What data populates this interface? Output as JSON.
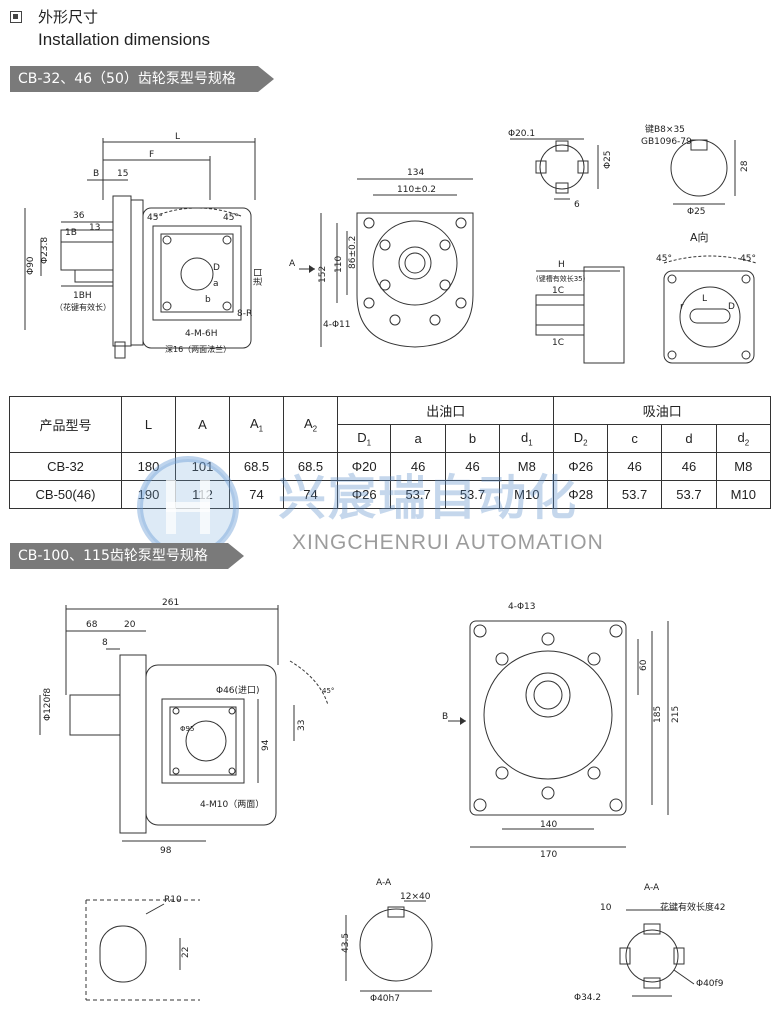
{
  "header": {
    "title_cn": "外形尺寸",
    "title_en": "Installation dimensions"
  },
  "section1": {
    "title": "CB-32、46（50）齿轮泵型号规格",
    "drawing1": {
      "L": "L",
      "F": "F",
      "B": "B",
      "d15": "15",
      "d36": "36",
      "d13": "13",
      "d1B": "1B",
      "phi90": "Φ90",
      "phi23": "Φ23.8",
      "bh": "1BH",
      "bh_note": "（花键有效长）",
      "a45l": "45°",
      "a45r": "45°",
      "D": "D",
      "a": "a",
      "b": "b",
      "inlet": "进口",
      "r8": "8-R",
      "m6h": "4-M-6H",
      "depth": "深16（两面法兰）"
    },
    "drawing2": {
      "w134": "134",
      "w110": "110±0.2",
      "h152": "152",
      "h110": "110",
      "h86": "86±0.2",
      "holes": "4-Φ11",
      "A": "A"
    },
    "drawing3": {
      "phi": "Φ20.1",
      "phi25": "Φ25",
      "six": "6"
    },
    "drawing4": {
      "key": "键B8×35",
      "std": "GB1096-79",
      "h28": "28",
      "phi25": "Φ25"
    },
    "drawing5": {
      "H": "H",
      "note": "(键槽有效长35)",
      "c1": "1C",
      "c2": "1C"
    },
    "drawing6": {
      "title": "A向",
      "a45l": "45°",
      "a45r": "45°",
      "r": "r",
      "L": "L",
      "D": "D"
    }
  },
  "table": {
    "col_model": "产品型号",
    "col_L": "L",
    "col_A": "A",
    "col_A1": "A",
    "col_A1_sub": "1",
    "col_A2": "A",
    "col_A2_sub": "2",
    "outlet": "出油口",
    "inlet": "吸油口",
    "sub_D1": "D",
    "sub_D1_sub": "1",
    "sub_a": "a",
    "sub_b": "b",
    "sub_d1": "d",
    "sub_d1_sub": "1",
    "sub_D2": "D",
    "sub_D2_sub": "2",
    "sub_c": "c",
    "sub_d": "d",
    "sub_d2": "d",
    "sub_d2_sub": "2",
    "rows": [
      [
        "CB-32",
        "180",
        "101",
        "68.5",
        "68.5",
        "Φ20",
        "46",
        "46",
        "M8",
        "Φ26",
        "46",
        "46",
        "M8"
      ],
      [
        "CB-50(46)",
        "190",
        "112",
        "74",
        "74",
        "Φ26",
        "53.7",
        "53.7",
        "M10",
        "Φ28",
        "53.7",
        "53.7",
        "M10"
      ]
    ]
  },
  "watermark": {
    "cn": "兴宸瑞自动化",
    "en": "XINGCHENRUI AUTOMATION"
  },
  "section2": {
    "title": "CB-100、115齿轮泵型号规格",
    "drawing1": {
      "w261": "261",
      "w68": "68",
      "w20": "20",
      "w8": "8",
      "phi120": "Φ120f8",
      "phi46": "Φ46(进口)",
      "phi95": "Φ95",
      "d33": "33",
      "d94": "94",
      "m10": "4-M10（两面）",
      "w98": "98",
      "a45": "45°"
    },
    "drawing2": {
      "holes": "4-Φ13",
      "d60": "60",
      "d185": "185",
      "d215": "215",
      "d140": "140",
      "d170": "170",
      "B": "B"
    },
    "drawing3": {
      "r10": "R10",
      "d22": "22"
    },
    "drawing4": {
      "title": "A-A",
      "key": "12×40",
      "h": "43.5",
      "phi": "Φ40h7"
    },
    "drawing5": {
      "title": "A-A",
      "w10": "10",
      "note": "花键有效长度42",
      "phi34": "Φ34.2",
      "phi40": "Φ40f9"
    }
  }
}
